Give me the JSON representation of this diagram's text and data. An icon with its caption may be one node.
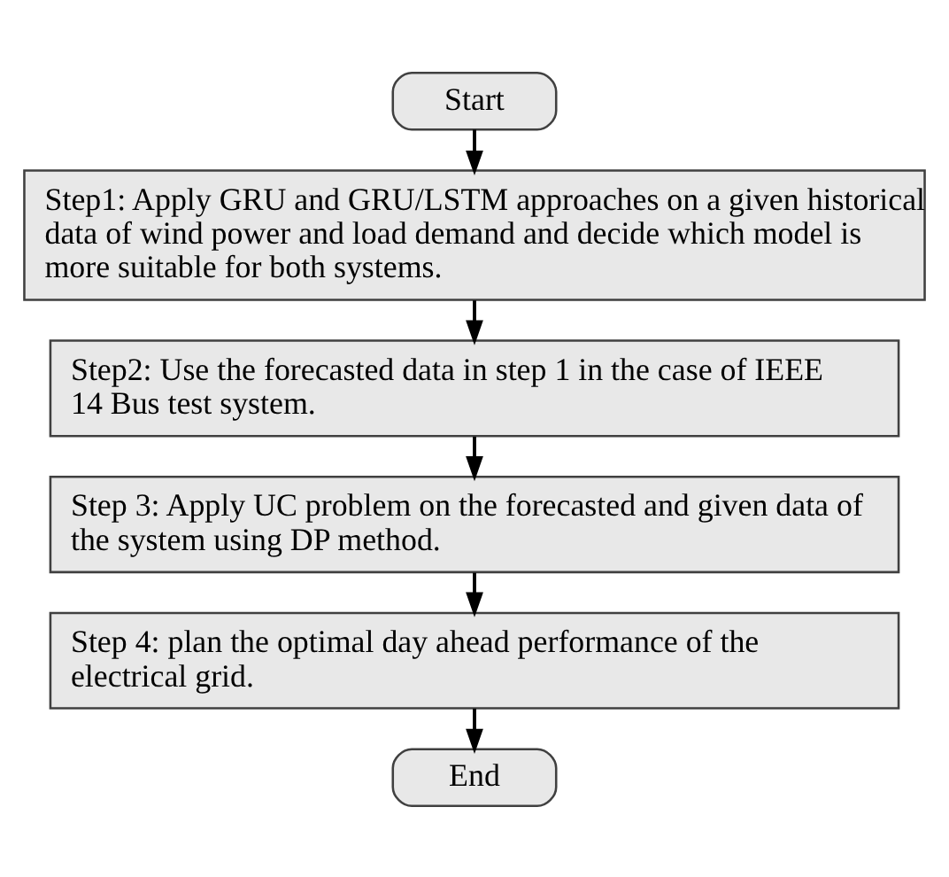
{
  "diagram": {
    "nodes": [
      {
        "text": [
          "Start"
        ]
      },
      {
        "text": [
          "Step1: Apply GRU and GRU/LSTM approaches on a given historical data of wind power and load demand and decide which model is more suitable for both systems."
        ]
      },
      {
        "text": [
          "Step2: Use the forecasted data in step 1 in the case of IEEE 14 Bus test system."
        ]
      },
      {
        "text": [
          "Step 3: Apply UC problem on the forecasted and given data of the system using DP method."
        ]
      },
      {
        "text": [
          "Step 4: plan the optimal day ahead performance of the electrical grid."
        ]
      },
      {
        "text": [
          "End"
        ]
      }
    ],
    "edges": [
      {
        "from": 0,
        "to": 1,
        "arrow": "to"
      },
      {
        "from": 1,
        "to": 2,
        "arrow": "to"
      },
      {
        "from": 2,
        "to": 3,
        "arrow": "to"
      },
      {
        "from": 3,
        "to": 4,
        "arrow": "to"
      },
      {
        "from": 4,
        "to": 5,
        "arrow": "to"
      }
    ]
  }
}
